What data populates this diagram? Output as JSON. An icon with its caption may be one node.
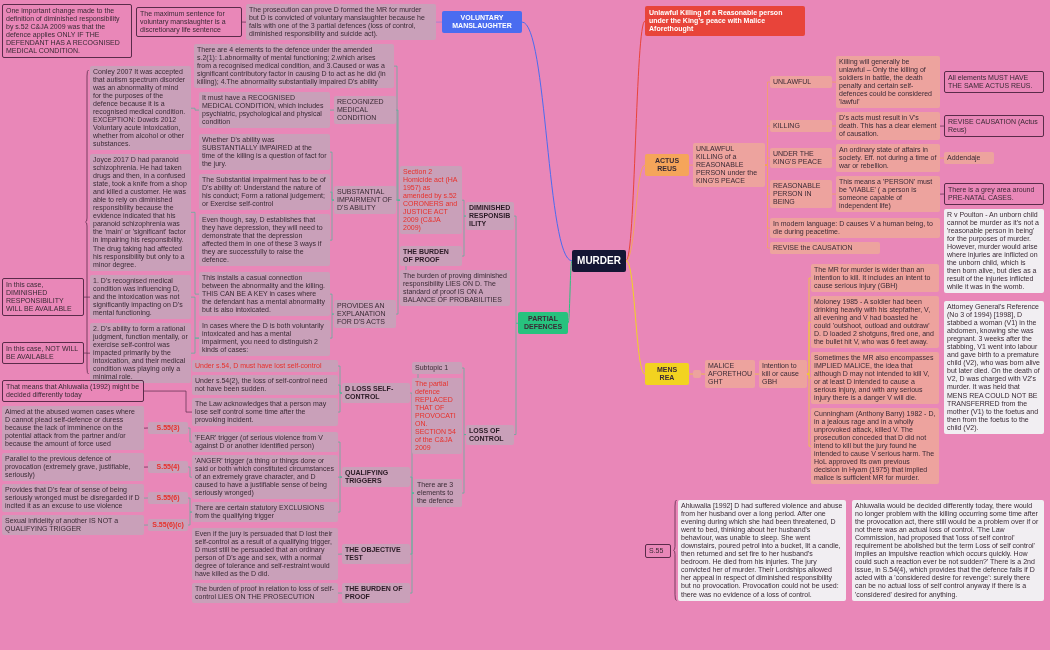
{
  "diagram": {
    "nodes": [
      {
        "text": [
          "MURDER"
        ]
      },
      {
        "text": [
          "VOLUNTARY MANSLAUGHTER"
        ]
      },
      {
        "text": [
          "The prosecution can prove D formed the MR for murder but D is convicted of voluntary manslaughter because he falls with one of the 3 partial defences (loss of control, diminished responsibility and suicide act)."
        ]
      },
      {
        "text": [
          "The maximum sentence for voluntary manslaughter is a discretionary life sentence"
        ]
      },
      {
        "text": [
          "Unlawful Killing of a Reasonable person under the King's peace with Malice Aforethought"
        ]
      },
      {
        "text": [
          "ACTUS REUS"
        ]
      },
      {
        "text": [
          "UNLAWFUL KILLING of a REASONABLE PERSON under the KING'S PEACE"
        ]
      },
      {
        "text": [
          "UNLAWFUL"
        ]
      },
      {
        "text": [
          "Killing will generally be unlawful – Only the killing of soldiers in battle, the death penalty and certain self-defences could be considered 'lawful'"
        ]
      },
      {
        "text": [
          "KILLING"
        ]
      },
      {
        "text": [
          "D's acts must result in V's death. This has a clear element of causation."
        ]
      },
      {
        "text": [
          "REVISE CAUSATION (Actus Reus)"
        ]
      },
      {
        "text": [
          "UNDER THE KING'S PEACE"
        ]
      },
      {
        "text": [
          "An ordinary state of affairs in society. Eff. not during a time of war or rebellion."
        ]
      },
      {
        "text": [
          "Addendaje"
        ]
      },
      {
        "text": [
          "REASONABLE PERSON IN BEING"
        ]
      },
      {
        "text": [
          "This means a 'PERSON' must be 'VIABLE' ( a person is someone capable of independent life)"
        ]
      },
      {
        "text": [
          "There is a grey area around PRE-NATAL CASES."
        ]
      },
      {
        "text": [
          "R v Poulton - An unborn child cannot be murder as it's not a 'reasonable person in being' for the purposes of murder. However, murder would arise where injuries are inflicted on the unborn child, which is then born alive, but dies as a result of the injuries inflicted while it was in the womb."
        ]
      },
      {
        "text": [
          "In modern language: D causes V a human being, to die during peacetime."
        ]
      },
      {
        "text": [
          "REVISE the CAUSATION"
        ]
      },
      {
        "text": [
          "All elements MUST HAVE THE SAME ACTUS REUS."
        ]
      },
      {
        "text": [
          "MENS REA"
        ]
      },
      {
        "text": [],
        "shape": "box"
      },
      {
        "text": [
          "MALICE AFORETHOUGHT"
        ]
      },
      {
        "text": [
          "Intention to kill or cause GBH"
        ]
      },
      {
        "text": [
          "The MR for murder is wider than an intention to kill. It includes an intent to cause serious injury (GBH)"
        ]
      },
      {
        "text": [
          "Moloney 1985 - A soldier had been drinking heavily with his stepfather, V, all evening and V had boasted he could 'outshoot, outload and outdraw' D. D loaded 2 shotguns, fired one, and the bullet hit V, who was 6 feet away."
        ]
      },
      {
        "text": [
          "Sometimes the MR also encompasses IMPLIED MALICE, the idea that although D may not intended to kill V, or at least D intended to cause a serious injury, and with any serious injury there is a danger V will die."
        ]
      },
      {
        "text": [
          "Cunningham (Anthony Barry) 1982 - D, in a jealous rage and in a wholly unprovoked attack, killed V. The prosecution conceded that D did not intend to kill but the jury found he intended to cause V serious harm. The HoL approved its own previous decision in Hyam (1975) that implied malice is sufficient MR for murder."
        ]
      },
      {
        "text": [
          "Attorney General's Reference (No 3 of 1994) [1998], D stabbed a woman (V1) in the abdomen, knowing she was pregnant. 3 weeks after the stabbing, V1 went into labour and gave birth to a premature child (V2), who was born alive but later died. On the death of V2, D was charged with V2's murder. It was held that MENS REA COULD NOT BE TRANSFERRED from the mother (V1) to the foetus and then from the foetus to the child (V2)."
        ]
      },
      {
        "text": [
          "PARTIAL DEFENCES"
        ]
      },
      {
        "text": [
          "DIMINISHED RESPONSIBILITY"
        ]
      },
      {
        "text": [
          "Section 2 Homicide act (HA 1957) as amended by s.52 CORONERS and JUSTICE ACT 2009 (C&JA 2009)"
        ]
      },
      {
        "text": [
          "RECOGNIZED MEDICAL CONDITION"
        ]
      },
      {
        "text": [
          "There are 4 elements to the defence under the amended s.2(1): 1.abnormality of mental functioning; 2.which arises from a recognised medical condition, and 3.Caused or was a significant contributory factor in causing D to act as he did (in killing); 4.The abnormality substantially impaired D's ability"
        ]
      },
      {
        "text": [
          "It must have a RECOGNISED MEDICAL CONDITION, which includes psychiatric, psychological and physical condition"
        ]
      },
      {
        "text": [
          "Conley 2007 It was accepted that autism spectrum disorder was an abnormality of mind for the purposes of the defence because it is a recognised medical condition. EXCEPTION: Dowds 2012 Voluntary acute intoxication, whether from alcohol or other substances."
        ]
      },
      {
        "text": [
          "SUBSTANTIAL IMPAIRMENT OF D'S ABILITY"
        ]
      },
      {
        "text": [
          "Whether D's ability was SUBSTANTIALLY IMPAIRED at the time of the killing is a question of fact for the jury."
        ]
      },
      {
        "text": [
          "The Substantial impairment has to be of D's ability of: Understand the nature of his conduct; Form a rational judgement; or Exercise self-control"
        ]
      },
      {
        "text": [
          "Even though, say, D establishes that they have depression, they will need to demonstrate that the depression affected them in one of these 3 ways if they are successfully to raise the defence."
        ]
      },
      {
        "text": [
          "PROVIDES AN EXPLANATION FOR D'S ACTS"
        ]
      },
      {
        "text": [
          "This installs a casual connection between the abnormality and the killing. THIS CAN BE A KEY in cases where the defendant has a mental abnormality but is also intoxicated."
        ]
      },
      {
        "text": [
          "Joyce 2017 D had paranoid schizophrenia. He had taken drugs and then, in a confused state, took a knife from a shop and killed a customer. He was able to rely on diminished responsibility because the evidence indicated that his paranoid schizophrenia was the 'main' or 'significant' factor in impairing his responsibility. The drug taking had affected his responsibility but only to a minor degree."
        ]
      },
      {
        "text": [
          "In cases where the D is both voluntarily intoxicated and has a mental impairment, you need to distinguish 2 kinds of cases:"
        ]
      },
      {
        "text": [
          "1. D's recognised medical condition was influencing D, and the intoxication was not significantly impacting on D's mental functioning."
        ]
      },
      {
        "text": [
          "2. D's ability to form a rational judgment, function mentally, or exercise self-control was impacted primarily by the intoxication, and their medical condition was playing only a minimal role."
        ]
      },
      {
        "text": [
          "In this case, DIMINISHED RESPONSIBILITY WILL BE AVAILABLE"
        ]
      },
      {
        "text": [
          "In this case, NOT WILL BE AVAILABLE"
        ]
      },
      {
        "text": [
          "One important change made to the definition of diminished responsibility by s.52 C&JA 2009 was that the defence applies ONLY IF THE DEFENDANT HAS A RECOGNISED MEDICAL CONDITION."
        ]
      },
      {
        "text": [
          "THE BURDEN OF PROOF"
        ]
      },
      {
        "text": [
          "The burden of proving diminished responsibility LIES ON D. The standard of proof IS ON A BALANCE OF PROBABILITIES"
        ]
      },
      {
        "text": [
          "LOSS OF CONTROL"
        ]
      },
      {
        "text": [
          "Subtopic 1"
        ]
      },
      {
        "text": [
          "The partial defence REPLACED THAT OF PROVOCATION. SECTION 54 of the C&JA 2009"
        ]
      },
      {
        "text": [
          "There are 3 elements to the defence"
        ]
      },
      {
        "text": [
          "D LOSS SELF-CONTROL"
        ]
      },
      {
        "text": [
          "Under s.54, D must have lost self-control"
        ]
      },
      {
        "text": [
          "Under s.54(2), the loss of self-control need not have been sudden."
        ]
      },
      {
        "text": [
          "The Law acknowledges that a person may lose self control some time after the provoking incident."
        ]
      },
      {
        "text": [
          "QUALIFYING TRIGGERS"
        ]
      },
      {
        "text": [
          "'FEAR' trigger (of serious violence from V against D or another identified person)"
        ]
      },
      {
        "text": [
          "S.55(3)"
        ]
      },
      {
        "text": [
          "Aimed at the abused women cases where D cannot plead self-defence or duress because the lack of imminence on the potential attack from the partner and/or because the amount of force used"
        ]
      },
      {
        "text": [
          "'ANGER' trigger (a thing or things done or said or both which constituted circumstances of an extremely grave character, and D caused to have a justifiable sense of being seriously wronged)"
        ]
      },
      {
        "text": [
          "S.55(4)"
        ]
      },
      {
        "text": [
          "Parallel to the previous defence of provocation (extremely grave, justifiable, seriously)"
        ]
      },
      {
        "text": [
          "There are certain statutory EXCLUSIONS from the qualifying trigger"
        ]
      },
      {
        "text": [
          "S.55(6)"
        ]
      },
      {
        "text": [
          "Provides that D's fear of sense of being seriously wronged must be disregarded if D incited it as an excuse to use violence"
        ]
      },
      {
        "text": [
          "S.55(6)(c)"
        ]
      },
      {
        "text": [
          "Sexual infidelity of another IS NOT a QUALIFYING TRIGGER"
        ]
      },
      {
        "text": [
          "THE OBJECTIVE TEST"
        ]
      },
      {
        "text": [
          "Even if the jury is persuaded that D lost their self-control as a result of a qualifying trigger, D must still be persuaded that an ordinary person of D's age and sex, with a normal degree of tolerance and self-restraint would have killed as the D did."
        ]
      },
      {
        "text": [
          "THE BURDEN OF PROOF"
        ]
      },
      {
        "text": [
          "The burden of proof in relation to loss of self-control LIES ON THE PROSECUTION"
        ]
      },
      {
        "text": [
          "That means that Ahluwalia (1992) might be decided differently today"
        ]
      },
      {
        "text": [
          "S.55"
        ]
      },
      {
        "text": [
          "Ahluwalia [1992] D had suffered violence and abuse from her husband over a long period. After one evening during which she had been threatened, D went to bed, thinking about her husband's behaviour, was unable to sleep. She went downstairs, poured petrol into a bucket, lit a candle, then returned and set fire to her husband's bedroom. He died from his injuries. The jury convicted her of murder. Their Lordships allowed her appeal in respect of diminished responsibility but no provocation. Provocation could not be used: there was no evidence of a loss of control."
        ]
      },
      {
        "text": [
          "Ahluwalia would be decided differently today, there would no longer problem with the killing occurring some time after the provocation act, there still would be a problem over if or not there was an actual loss of control. 'The Law Commission, had proposed that 'loss of self control' requirement be abolished but the term Loss of self control' implies an impulsive reaction which occurs quickly. How could such a reaction ever be not sudden?' There is a 2nd issue, in S.54(4), which provides that the defence fails if D acted with a 'considered desire for revenge': surely there can be no actual loss of self control anyway if there is a 'considered' desired for anything."
        ]
      }
    ],
    "edges": [
      {
        "from": 0,
        "to": 1,
        "arrow": "none",
        "color": "#4a6cf0"
      },
      {
        "from": 0,
        "to": 4,
        "arrow": "none",
        "color": "#e8443a"
      },
      {
        "from": 0,
        "to": 5,
        "arrow": "none",
        "color": "#f5a55a"
      },
      {
        "from": 0,
        "to": 22,
        "arrow": "none",
        "color": "#f2d320"
      },
      {
        "from": 0,
        "to": 31,
        "arrow": "none",
        "color": "#27c27e"
      },
      {
        "from": 1,
        "to": 2,
        "arrow": "none",
        "color": "#8a7fd8"
      },
      {
        "from": 2,
        "to": 3,
        "arrow": "none",
        "color": "#5a2b4a"
      },
      {
        "from": 5,
        "to": 6,
        "arrow": "none",
        "color": "#f5a55a"
      },
      {
        "from": 6,
        "to": 7,
        "arrow": "none",
        "color": "#f5a55a"
      },
      {
        "from": 6,
        "to": 9,
        "arrow": "none",
        "color": "#f5a55a"
      },
      {
        "from": 6,
        "to": 12,
        "arrow": "none",
        "color": "#f5a55a"
      },
      {
        "from": 6,
        "to": 15,
        "arrow": "none",
        "color": "#f5a55a"
      },
      {
        "from": 6,
        "to": 19,
        "arrow": "none",
        "color": "#f5a55a"
      },
      {
        "from": 6,
        "to": 20,
        "arrow": "none",
        "color": "#f5a55a"
      },
      {
        "from": 7,
        "to": 8,
        "arrow": "none",
        "color": "#f5a55a"
      },
      {
        "from": 9,
        "to": 10,
        "arrow": "none",
        "color": "#f5a55a"
      },
      {
        "from": 10,
        "to": 11,
        "arrow": "none",
        "color": "#5a2b4a"
      },
      {
        "from": 12,
        "to": 13,
        "arrow": "none",
        "color": "#f5a55a"
      },
      {
        "from": 13,
        "to": 14,
        "arrow": "none",
        "color": "#f5a55a"
      },
      {
        "from": 15,
        "to": 16,
        "arrow": "none",
        "color": "#f5a55a"
      },
      {
        "from": 16,
        "to": 17,
        "arrow": "none",
        "color": "#5a2b4a"
      },
      {
        "from": 22,
        "to": 23,
        "arrow": "none",
        "color": "#f2d320"
      },
      {
        "from": 23,
        "to": 24,
        "arrow": "none",
        "color": "#f2d320"
      },
      {
        "from": 24,
        "to": 25,
        "arrow": "none",
        "color": "#f2d320"
      },
      {
        "from": 25,
        "to": 26,
        "arrow": "none",
        "color": "#f2d320"
      },
      {
        "from": 25,
        "to": 27,
        "arrow": "none",
        "color": "#f2d320"
      },
      {
        "from": 25,
        "to": 28,
        "arrow": "none",
        "color": "#f2d320"
      },
      {
        "from": 25,
        "to": 29,
        "arrow": "none",
        "color": "#f2d320"
      },
      {
        "from": 31,
        "to": 32,
        "arrow": "none"
      },
      {
        "from": 31,
        "to": 53,
        "arrow": "none"
      },
      {
        "from": 32,
        "to": 33,
        "arrow": "none"
      },
      {
        "from": 32,
        "to": 51,
        "arrow": "none"
      },
      {
        "from": 33,
        "to": 35,
        "arrow": "none"
      },
      {
        "from": 33,
        "to": 34,
        "arrow": "none"
      },
      {
        "from": 33,
        "to": 38,
        "arrow": "none"
      },
      {
        "from": 33,
        "to": 42,
        "arrow": "none"
      },
      {
        "from": 34,
        "to": 36,
        "arrow": "none"
      },
      {
        "from": 36,
        "to": 37,
        "arrow": "none"
      },
      {
        "from": 38,
        "to": 39,
        "arrow": "none"
      },
      {
        "from": 38,
        "to": 40,
        "arrow": "none"
      },
      {
        "from": 38,
        "to": 41,
        "arrow": "none"
      },
      {
        "from": 42,
        "to": 43,
        "arrow": "none"
      },
      {
        "from": 42,
        "to": 45,
        "arrow": "none"
      },
      {
        "from": 43,
        "to": 44,
        "arrow": "none"
      },
      {
        "from": 45,
        "to": 46,
        "arrow": "none"
      },
      {
        "from": 45,
        "to": 47,
        "arrow": "none"
      },
      {
        "from": 46,
        "to": 48,
        "arrow": "none",
        "color": "#5a2b4a"
      },
      {
        "from": 47,
        "to": 49,
        "arrow": "none",
        "color": "#5a2b4a"
      },
      {
        "from": 51,
        "to": 52,
        "arrow": "none"
      },
      {
        "from": 53,
        "to": 54,
        "arrow": "none"
      },
      {
        "from": 53,
        "to": 56,
        "arrow": "none"
      },
      {
        "from": 54,
        "to": 55,
        "arrow": "none"
      },
      {
        "from": 56,
        "to": 57,
        "arrow": "none"
      },
      {
        "from": 56,
        "to": 61,
        "arrow": "none"
      },
      {
        "from": 56,
        "to": 73,
        "arrow": "none"
      },
      {
        "from": 56,
        "to": 75,
        "arrow": "none"
      },
      {
        "from": 57,
        "to": 58,
        "arrow": "none"
      },
      {
        "from": 57,
        "to": 59,
        "arrow": "none"
      },
      {
        "from": 57,
        "to": 60,
        "arrow": "none"
      },
      {
        "from": 60,
        "to": 77,
        "arrow": "none",
        "color": "#5a2b4a"
      },
      {
        "from": 61,
        "to": 62,
        "arrow": "none"
      },
      {
        "from": 61,
        "to": 65,
        "arrow": "none"
      },
      {
        "from": 61,
        "to": 68,
        "arrow": "none"
      },
      {
        "from": 62,
        "to": 63,
        "arrow": "none"
      },
      {
        "from": 63,
        "to": 64,
        "arrow": "none",
        "color": "#5a2b4a"
      },
      {
        "from": 65,
        "to": 66,
        "arrow": "none"
      },
      {
        "from": 66,
        "to": 67,
        "arrow": "none",
        "color": "#5a2b4a"
      },
      {
        "from": 68,
        "to": 69,
        "arrow": "none"
      },
      {
        "from": 68,
        "to": 71,
        "arrow": "none"
      },
      {
        "from": 69,
        "to": 70,
        "arrow": "none"
      },
      {
        "from": 71,
        "to": 72,
        "arrow": "none"
      },
      {
        "from": 73,
        "to": 74,
        "arrow": "none"
      },
      {
        "from": 75,
        "to": 76,
        "arrow": "none"
      }
    ]
  }
}
